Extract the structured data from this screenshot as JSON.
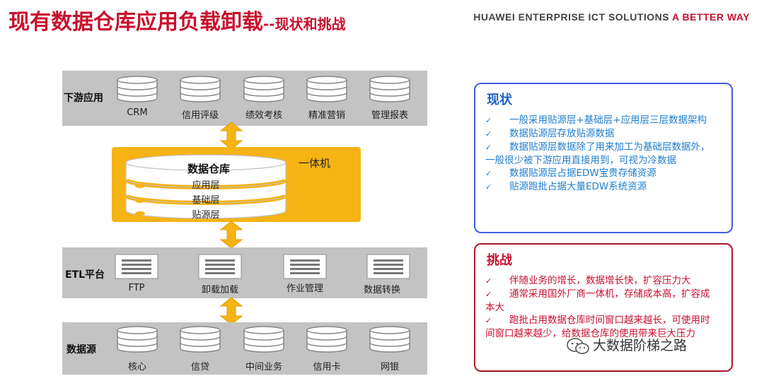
{
  "title": {
    "main": "现有数据仓库应用负载卸载",
    "sub": "--现状和挑战"
  },
  "brand": {
    "text": "HUAWEI ENTERPRISE ICT SOLUTIONS",
    "accent": "A BETTER WAY"
  },
  "downstream": {
    "label": "下游应用",
    "items": [
      "CRM",
      "信用评级",
      "绩效考核",
      "精准营销",
      "管理报表"
    ]
  },
  "warehouse": {
    "title": "数据仓库",
    "appliance": "一体机",
    "layers": [
      "应用层",
      "基础层",
      "贴源层"
    ]
  },
  "etl": {
    "label": "ETL平台",
    "items": [
      "FTP",
      "卸载加载",
      "作业管理",
      "数据转换"
    ]
  },
  "sources": {
    "label": "数据源",
    "items": [
      "核心",
      "信贷",
      "中间业务",
      "信用卡",
      "网银"
    ]
  },
  "status": {
    "title": "现状",
    "bullets": [
      "一般采用贴源层+基础层+应用层三层数据架构",
      "数据贴源层存放贴源数据",
      "数据贴源层数据除了用来加工为基础层数据外，一般很少被下游应用直接用到，可视为冷数据",
      "数据贴源层占据EDW宝贵存储资源",
      "贴源跑批占据大量EDW系统资源"
    ]
  },
  "challenges": {
    "title": "挑战",
    "bullets": [
      "伴随业务的增长，数据增长快，扩容压力大",
      "通常采用国外厂商一体机，存储成本高，扩容成本大",
      "跑批占用数据仓库时间窗口越来越长，可使用时间窗口越来越少，给数据仓库的使用带来巨大压力"
    ]
  },
  "watermark": "大数据阶梯之路",
  "colors": {
    "title_red": "#c8102e",
    "strip_gray": "#c3c3c3",
    "warehouse_yellow": "#f6b314",
    "status_blue": "#3f5ce0"
  },
  "icons": [
    "database-icon",
    "window-icon",
    "double-arrow-icon",
    "checkmark-icon",
    "wechat-icon"
  ]
}
